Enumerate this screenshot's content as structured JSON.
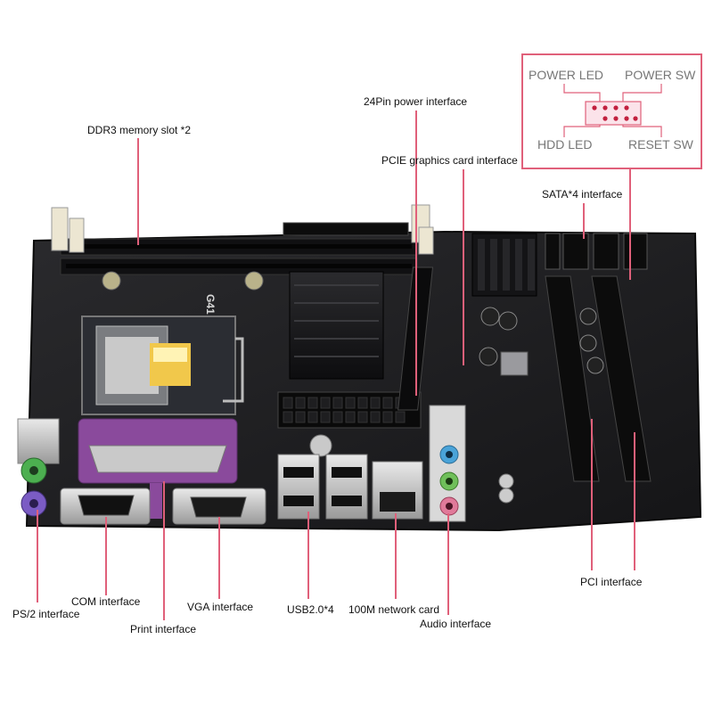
{
  "labels": {
    "ddr3": "DDR3 memory slot *2",
    "power24": "24Pin power interface",
    "pcie": "PCIE graphics card interface",
    "sata": "SATA*4 interface",
    "com": "COM interface",
    "ps2": "PS/2 interface",
    "print": "Print interface",
    "vga": "VGA interface",
    "usb": "USB2.0*4",
    "network": "100M network card",
    "audio": "Audio interface",
    "pci": "PCI interface"
  },
  "front_panel": {
    "power_led": "POWER LED",
    "power_sw": "POWER SW",
    "hdd_led": "HDD LED",
    "reset_sw": "RESET SW"
  },
  "board": {
    "silkscreen": "G41"
  },
  "colors": {
    "accent": "#e0607a",
    "board": "#1b1b1d",
    "print_port": "#8a4a9c",
    "audio_blue": "#4aa3d8",
    "audio_green": "#6fbf5a",
    "audio_pink": "#e07a9a",
    "ps2_green": "#4caf50",
    "ps2_purple": "#7b5cc4"
  }
}
